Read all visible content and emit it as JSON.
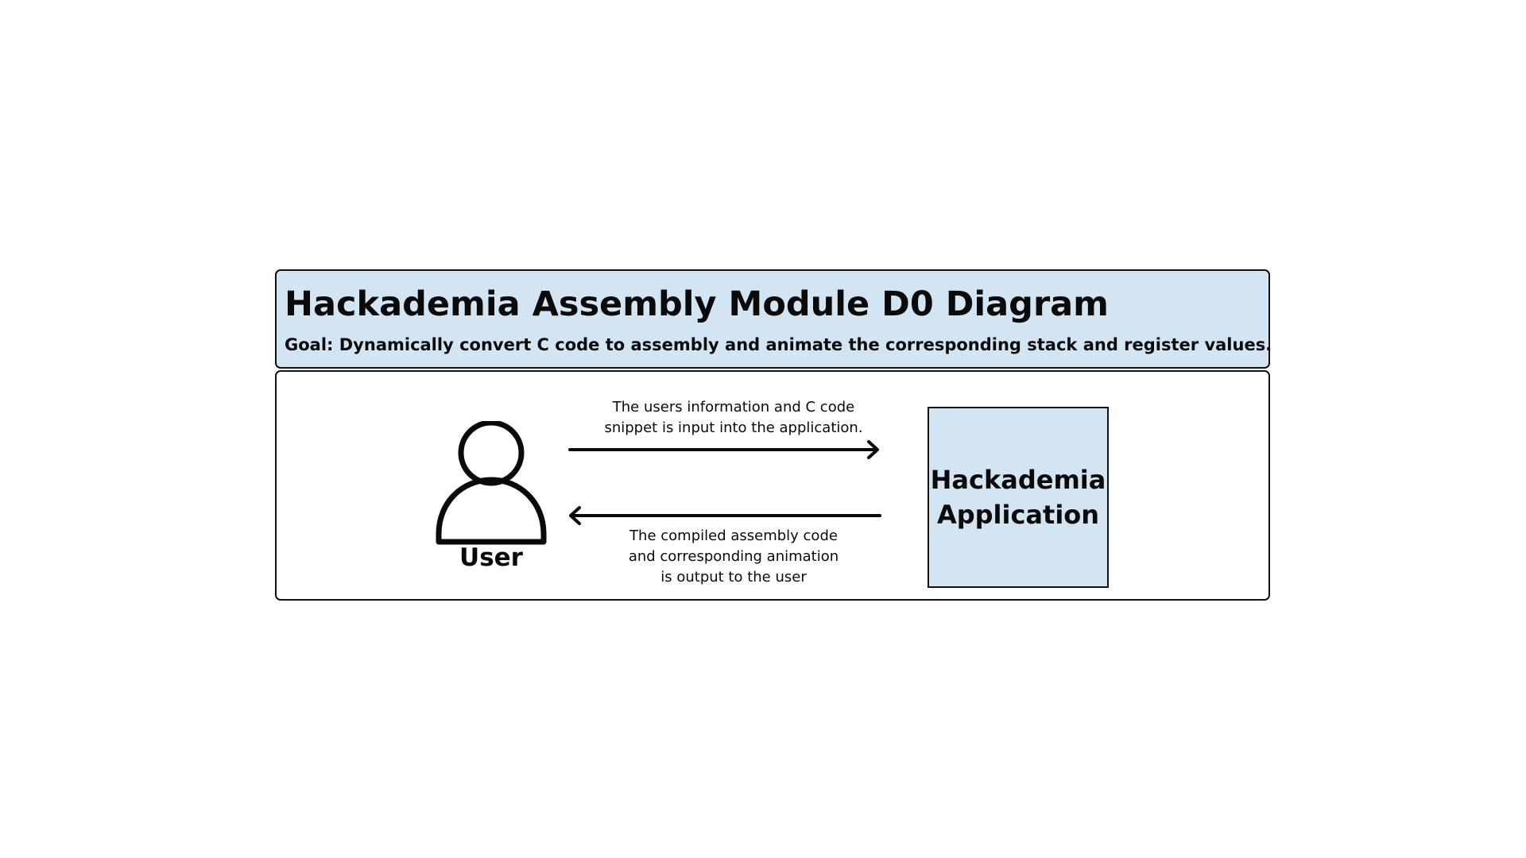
{
  "header": {
    "title": "Hackademia Assembly Module D0 Diagram",
    "goal": "Goal: Dynamically convert C code to assembly and animate the corresponding stack and register values."
  },
  "actor": {
    "label": "User",
    "icon": "user-icon"
  },
  "system": {
    "label": "Hackademia\nApplication"
  },
  "flows": {
    "input_label": "The users information and C code\nsnippet is input into the application.",
    "output_label": "The compiled assembly code\nand corresponding animation\nis output to the user"
  },
  "colors": {
    "panel_fill": "#d3e5f3",
    "stroke": "#111111",
    "background": "#ffffff"
  }
}
